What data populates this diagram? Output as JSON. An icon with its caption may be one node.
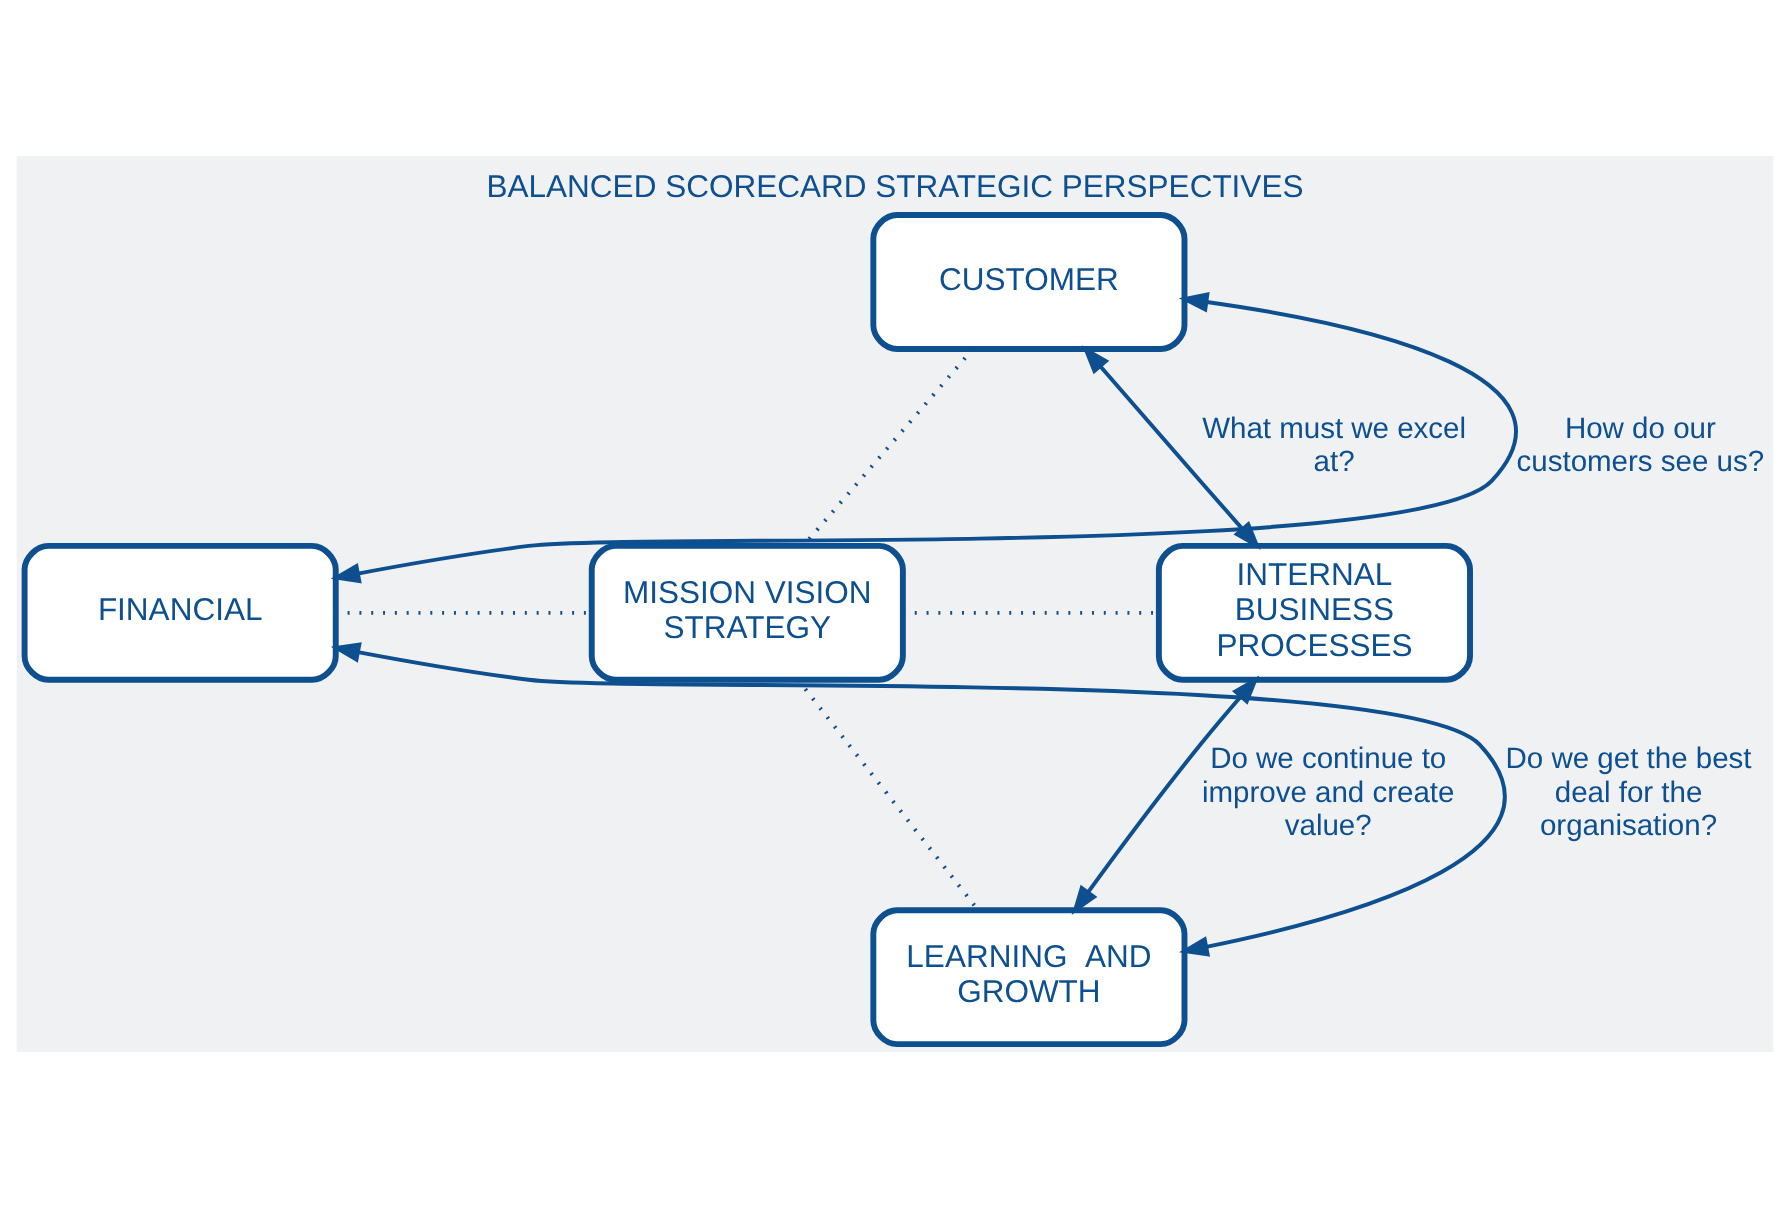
{
  "diagram": {
    "title": "BALANCED SCORECARD STRATEGIC PERSPECTIVES",
    "nodes": [
      {
        "text": [
          "CUSTOMER"
        ]
      },
      {
        "text": [
          "FINANCIAL"
        ]
      },
      {
        "text": [
          "MISSION VISION STRATEGY"
        ]
      },
      {
        "text": [
          "INTERNAL BUSINESS PROCESSES"
        ]
      },
      {
        "text": [
          "LEARNING  AND GROWTH"
        ]
      }
    ],
    "edges": [
      {
        "from": 1,
        "to": 0,
        "arrow": "both",
        "label": "How do our customers see us?"
      },
      {
        "from": 0,
        "to": 3,
        "arrow": "both",
        "label": "What must we excel at?"
      },
      {
        "from": 3,
        "to": 4,
        "arrow": "both",
        "label": "Do we continue to improve and create value?"
      },
      {
        "from": 4,
        "to": 1,
        "arrow": "both",
        "label": "Do we get the best deal for the organisation?"
      },
      {
        "from": 0,
        "to": 2,
        "arrow": "none",
        "style": "dashed"
      },
      {
        "from": 1,
        "to": 2,
        "arrow": "none",
        "style": "dashed"
      },
      {
        "from": 2,
        "to": 3,
        "arrow": "none",
        "style": "dashed"
      },
      {
        "from": 2,
        "to": 4,
        "arrow": "none",
        "style": "dashed"
      }
    ]
  }
}
